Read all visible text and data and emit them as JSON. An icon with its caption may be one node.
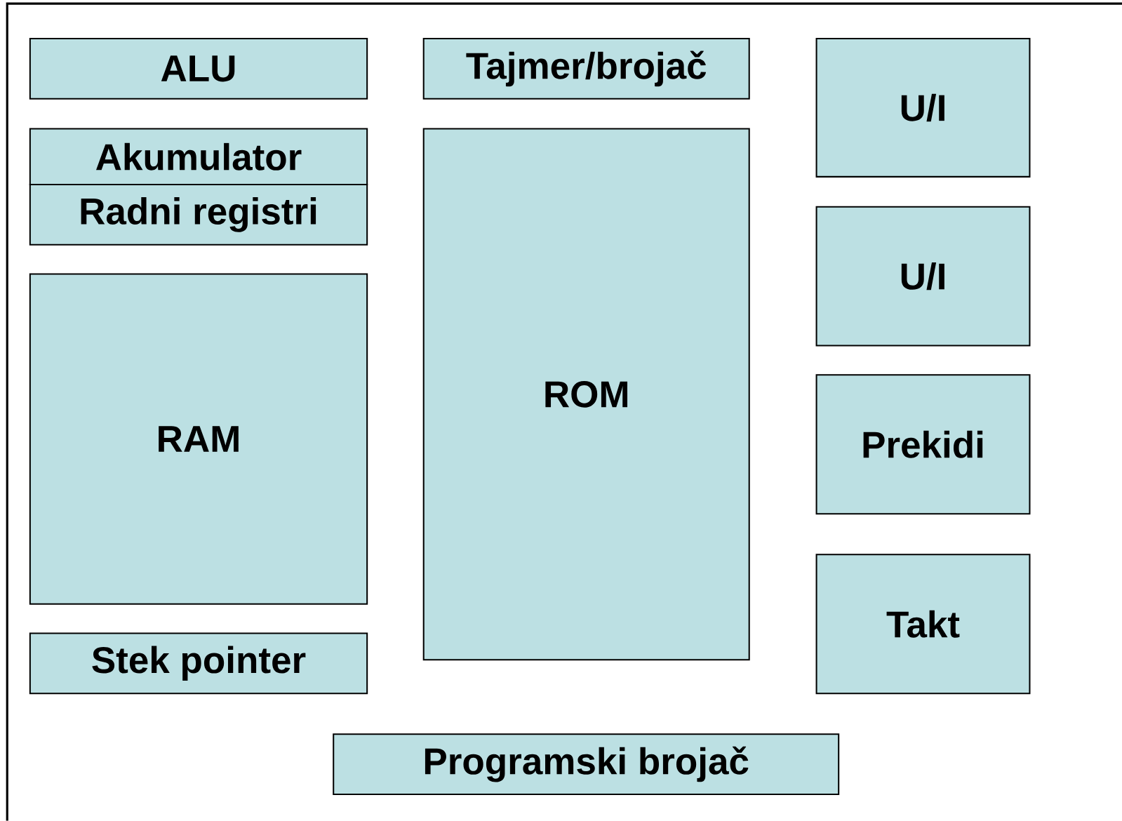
{
  "diagram": {
    "nodes": [
      {
        "text": [
          "ALU"
        ]
      },
      {
        "text": [
          "Tajmer/brojač"
        ]
      },
      {
        "text": [
          "U/I"
        ]
      },
      {
        "text": [
          "Akumulator"
        ]
      },
      {
        "text": [
          "Radni registri"
        ]
      },
      {
        "text": [
          "ROM"
        ]
      },
      {
        "text": [
          "U/I"
        ]
      },
      {
        "text": [
          "RAM"
        ]
      },
      {
        "text": [
          "Prekidi"
        ]
      },
      {
        "text": [
          "Takt"
        ]
      },
      {
        "text": [
          "Stek pointer"
        ]
      },
      {
        "text": [
          "Programski brojač"
        ]
      }
    ]
  }
}
